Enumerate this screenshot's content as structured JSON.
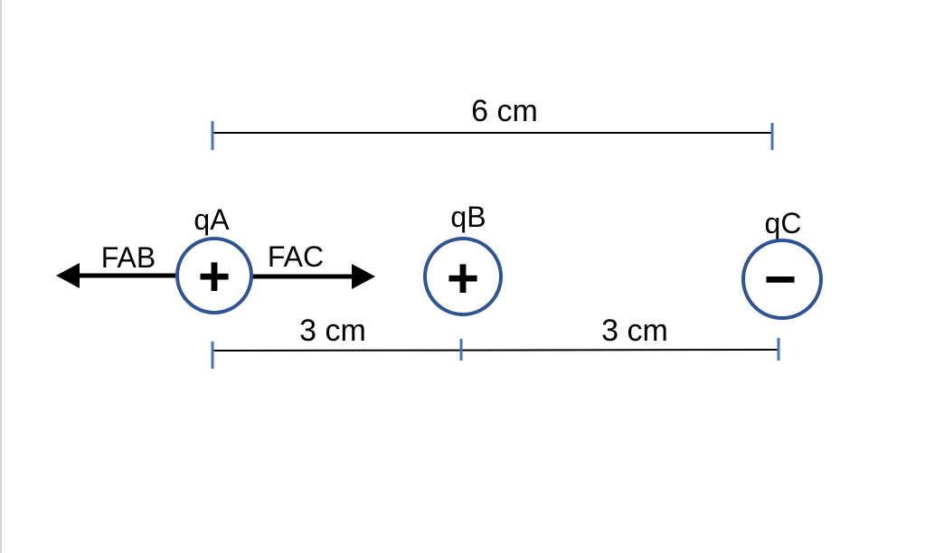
{
  "colors": {
    "background": "#FFFFFF",
    "page_border": "#D4D4D4",
    "circle_stroke": "#2F5496",
    "tick": "#4472C4",
    "ink": "#000000"
  },
  "diagram": {
    "charges": [
      {
        "label": "qA",
        "sign": "+"
      },
      {
        "label": "qB",
        "sign": "+"
      },
      {
        "label": "qC",
        "sign": "−"
      }
    ],
    "forces": [
      {
        "label": "FAB",
        "direction": "left"
      },
      {
        "label": "FAC",
        "direction": "right"
      }
    ],
    "dimensions": {
      "top": {
        "label": "6 cm"
      },
      "bottom": [
        {
          "label": "3 cm"
        },
        {
          "label": "3 cm"
        }
      ]
    }
  }
}
